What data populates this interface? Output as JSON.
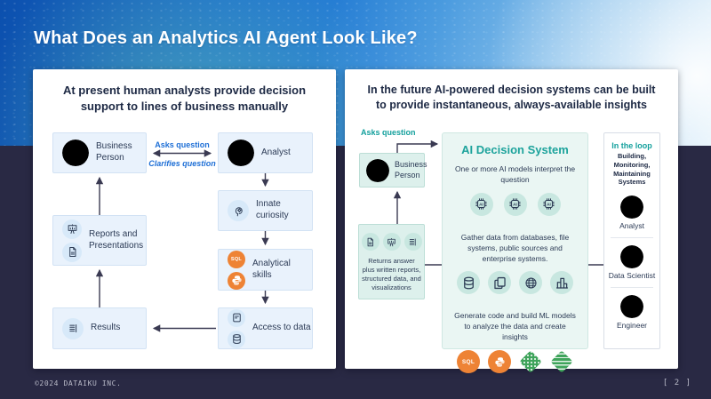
{
  "slide": {
    "title": "What Does an Analytics AI Agent Look Like?",
    "footer": {
      "copyright": "©2024 DATAIKU INC.",
      "page": "[ 2 ]"
    }
  },
  "left_panel": {
    "heading_line1": "At present human analysts provide decision",
    "heading_line2": "support to lines of business manually",
    "nodes": {
      "business_person": "Business Person",
      "analyst": "Analyst",
      "innate_curiosity": "Innate curiosity",
      "analytical_skills": "Analytical skills",
      "access_to_data": "Access to data",
      "reports": "Reports and Presentations",
      "results": "Results"
    },
    "arrow_labels": {
      "asks": "Asks question",
      "clarifies": "Clarifies question"
    },
    "sql_label": "SQL"
  },
  "right_panel": {
    "heading_line1": "In the future AI-powered decision systems can be built",
    "heading_line2": "to provide instantaneous, always-available insights",
    "asks_label": "Asks question",
    "business_person": "Business Person",
    "returns_text": "Returns answer plus written reports, structured data, and visualizations",
    "ai_system": {
      "title": "AI Decision System",
      "steps": [
        "One or more AI models interpret the question",
        "Gather data from databases, file systems, public sources and enterprise systems.",
        "Generate code and build ML models to analyze the data and create insights"
      ],
      "chip_label": "AI",
      "sql_label": "SQL"
    },
    "loop_panel": {
      "title": "In the loop",
      "subtitle": "Building, Monitoring, Maintaining Systems",
      "roles": [
        "Analyst",
        "Data Scientist",
        "Engineer"
      ]
    }
  },
  "colors": {
    "header_blue": "#2f8ad9",
    "body_navy": "#292944",
    "accent_blue": "#1e6fd6",
    "accent_teal": "#14a09d",
    "code_orange": "#ee8335",
    "code_green": "#3fa45b"
  },
  "icons": {
    "presentation-icon": "easel board",
    "document-icon": "page with folded corner",
    "results-list-icon": "bracketed list",
    "head-gear-icon": "head profile with gear",
    "sql-badge-icon": "orange circle SQL",
    "python-badge-icon": "orange circle python snake",
    "drive-icon": "storage device",
    "database-icon": "cylinder stack",
    "ai-chip-icon": "processor chip labeled AI",
    "copy-icon": "stacked files",
    "globe-icon": "wireframe globe",
    "enterprise-icon": "buildings chart",
    "r-diamond-icon": "green diamond dotted",
    "spark-diamond-icon": "green diamond striped"
  }
}
